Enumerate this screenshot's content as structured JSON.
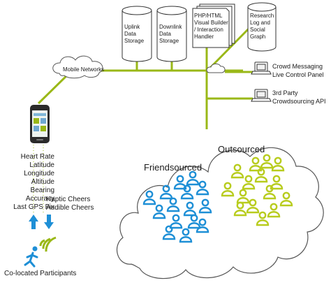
{
  "storage": {
    "uplink": [
      "Uplink",
      "Data",
      "Storage"
    ],
    "downlink": [
      "Downlink",
      "Data",
      "Storage"
    ],
    "research": [
      "Research",
      "Log and",
      "Social",
      "Graph"
    ]
  },
  "builder": [
    "PHP/HTML",
    "Visual Builder",
    "/ Interaction",
    "Handler"
  ],
  "mobile_networks": "Mobile Networks",
  "crowd_messaging": [
    "Crowd Messaging",
    "Live Control Panel"
  ],
  "third_party": [
    "3rd Party",
    "Crowdsourcing API"
  ],
  "phone_data": [
    "Heart Rate",
    "Latitude",
    "Longitude",
    "Altitude",
    "Bearing",
    "Accuracy",
    "Last GPS Fix"
  ],
  "cheers": [
    "Haptic Cheers",
    "Audible Cheers"
  ],
  "participants": "Co-located Participants",
  "crowd": {
    "friendsourced": "Friendsourced",
    "outsourced": "Outsourced"
  },
  "colors": {
    "network_line": "#9ab817",
    "friendsourced": "#1e8fd6",
    "outsourced": "#b8cc1e",
    "arrow": "#1e8fd6"
  }
}
